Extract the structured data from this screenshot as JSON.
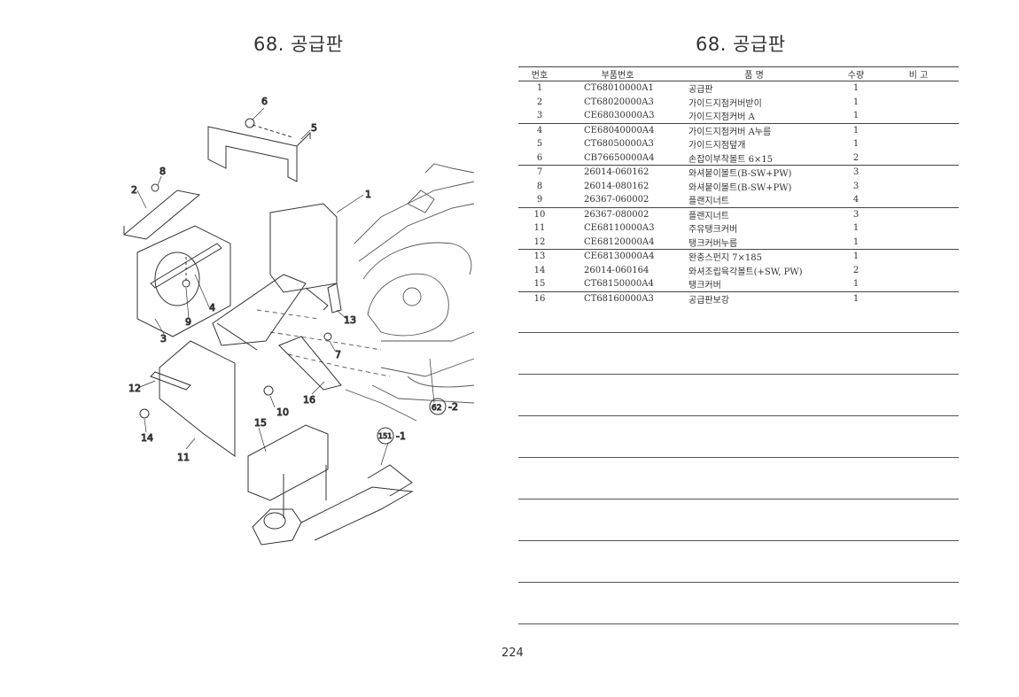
{
  "page": {
    "left_title": "68. 공급판",
    "right_title": "68. 공급판",
    "page_number": "224"
  },
  "table": {
    "headers": {
      "no": "번호",
      "part_no": "부품번호",
      "name": "품 명",
      "qty": "수량",
      "note": "비 고"
    },
    "rows": [
      {
        "no": "1",
        "part": "CT68010000A1",
        "name": "공급판",
        "qty": "1"
      },
      {
        "no": "2",
        "part": "CT68020000A3",
        "name": "가이드지점커버받이",
        "qty": "1"
      },
      {
        "no": "3",
        "part": "CE68030000A3",
        "name": "가이드지점커버 A",
        "qty": "1"
      },
      {
        "no": "4",
        "part": "CE68040000A4",
        "name": "가이드지점커버 A누름",
        "qty": "1"
      },
      {
        "no": "5",
        "part": "CT68050000A3",
        "name": "가이드지점덮개",
        "qty": "1"
      },
      {
        "no": "6",
        "part": "CB76650000A4",
        "name": "손잡이부착볼트 6×15",
        "qty": "2"
      },
      {
        "no": "7",
        "part": "26014-060162",
        "name": "와셔붙이볼트(B-SW+PW)",
        "qty": "3"
      },
      {
        "no": "8",
        "part": "26014-080162",
        "name": "와셔붙이볼트(B-SW+PW)",
        "qty": "3"
      },
      {
        "no": "9",
        "part": "26367-060002",
        "name": "플랜지너트",
        "qty": "4"
      },
      {
        "no": "10",
        "part": "26367-080002",
        "name": "플랜지너트",
        "qty": "3"
      },
      {
        "no": "11",
        "part": "CE68110000A3",
        "name": "주유탱크커버",
        "qty": "1"
      },
      {
        "no": "12",
        "part": "CE68120000A4",
        "name": "탱크커버누름",
        "qty": "1"
      },
      {
        "no": "13",
        "part": "CE68130000A4",
        "name": "완충스펀지 7×185",
        "qty": "1"
      },
      {
        "no": "14",
        "part": "26014-060164",
        "name": "와셔조립육각볼트(+SW, PW)",
        "qty": "2"
      },
      {
        "no": "15",
        "part": "CT68150000A4",
        "name": "탱크커버",
        "qty": "1"
      },
      {
        "no": "16",
        "part": "CT68160000A3",
        "name": "공급판보강",
        "qty": "1"
      }
    ]
  },
  "diagram": {
    "callouts": [
      "6",
      "5",
      "8",
      "2",
      "1",
      "4",
      "9",
      "3",
      "13",
      "7",
      "12",
      "16",
      "10",
      "14",
      "11",
      "15"
    ],
    "ref_a": "62",
    "ref_a_suffix": "-2",
    "ref_b": "151",
    "ref_b_suffix": "-1"
  }
}
